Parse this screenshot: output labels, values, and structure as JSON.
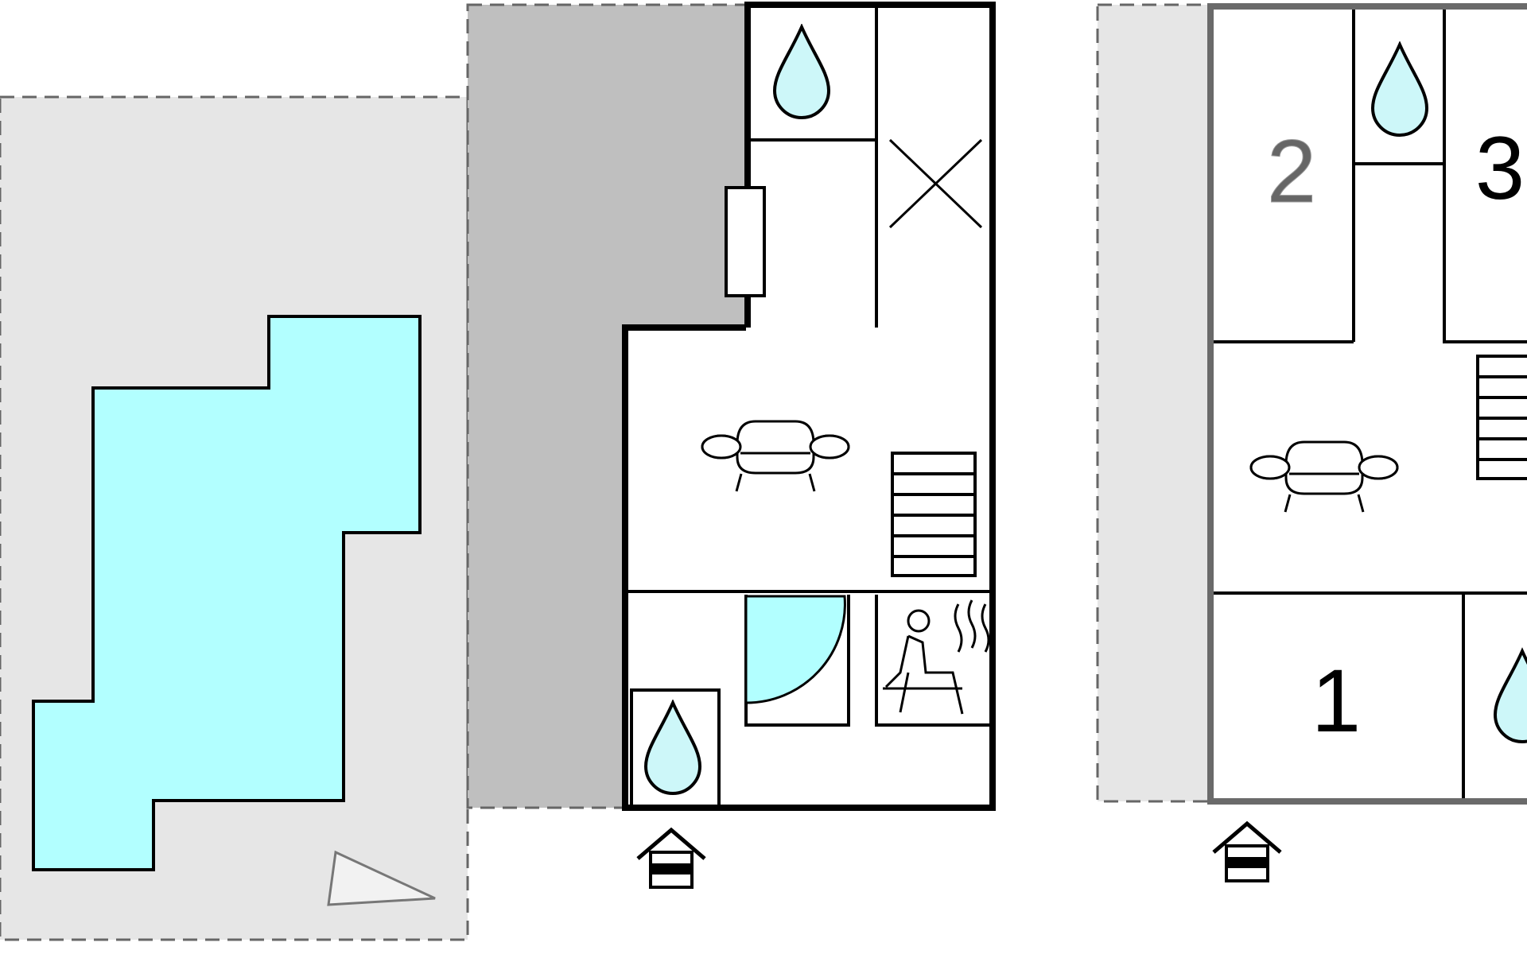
{
  "floor_plan": {
    "colors": {
      "background": "#ffffff",
      "terrace": "#e6e6e6",
      "covered_area": "#bfbfbf",
      "pool": "#b2ffff",
      "water": "#cdf7f9",
      "shower": "#b2ffff",
      "wall": "#000000",
      "upper_wall": "#6a6a6a"
    },
    "rooms": [
      {
        "number": "2",
        "color": "#666666"
      },
      {
        "number": "3",
        "color": "#000000"
      },
      {
        "number": "1",
        "color": "#000000"
      }
    ],
    "icons": [
      "water-drop-icon",
      "cross-icon",
      "sofa-icon",
      "stairs-icon",
      "shower-icon",
      "sauna-icon",
      "entrance-icon",
      "north-arrow-icon"
    ]
  }
}
